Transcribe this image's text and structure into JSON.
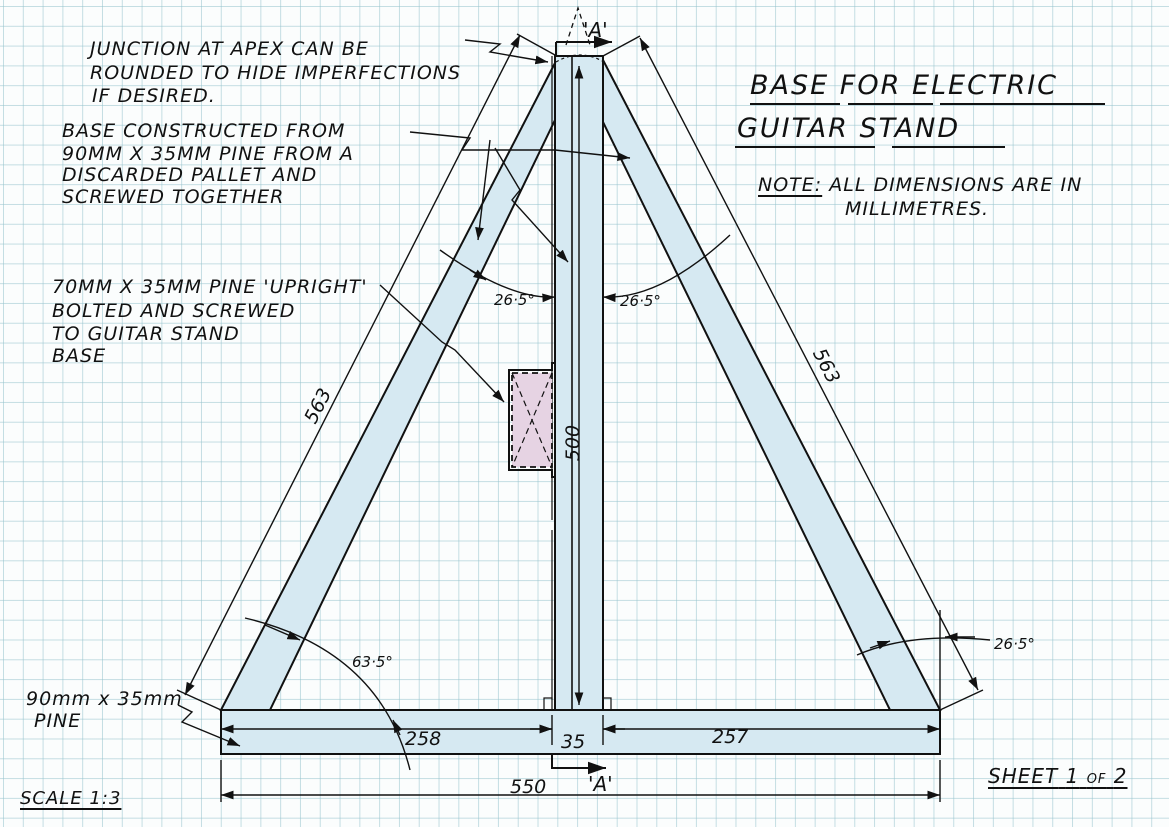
{
  "title": {
    "line1": [
      "BASE",
      "FOR",
      "ELECTRIC"
    ],
    "line2": [
      "GUITAR",
      "STAND"
    ]
  },
  "note": {
    "label": "NOTE:",
    "line1": "ALL DIMENSIONS ARE IN",
    "line2": "MILLIMETRES."
  },
  "annotations": {
    "apex": [
      "JUNCTION AT APEX CAN BE",
      "ROUNDED TO HIDE IMPERFECTIONS",
      "IF DESIRED."
    ],
    "base_construction": [
      "BASE CONSTRUCTED FROM",
      "90mm x 35mm PINE FROM A",
      "DISCARDED  PALLET AND",
      "SCREWED TOGETHER"
    ],
    "upright": [
      "70mm x 35mm PINE 'UPRIGHT'",
      "BOLTED AND SCREWED",
      "TO GUITAR STAND",
      "BASE"
    ],
    "pine_section": [
      "90mm x 35mm",
      "PINE"
    ]
  },
  "dimensions": {
    "left_leg_length": "563",
    "right_leg_length": "563",
    "upright_height": "500",
    "left_apex_angle": "26·5°",
    "right_apex_angle": "26·5°",
    "left_base_angle": "63·5°",
    "right_base_angle": "26·5°",
    "left_span": "258",
    "upright_width": "35",
    "right_span": "257",
    "overall_width": "550"
  },
  "section_marker": {
    "top": "'A'",
    "bottom": "'A'"
  },
  "footer": {
    "scale": "SCALE 1:3",
    "sheet_prefix": "SHEET",
    "sheet_num": "1",
    "sheet_of": "OF",
    "sheet_total": "2"
  },
  "colors": {
    "ink": "#111111",
    "timber_fill": "#d6e9f2",
    "bracket_fill": "#e6d3e3",
    "grid": "#96c3cd"
  }
}
